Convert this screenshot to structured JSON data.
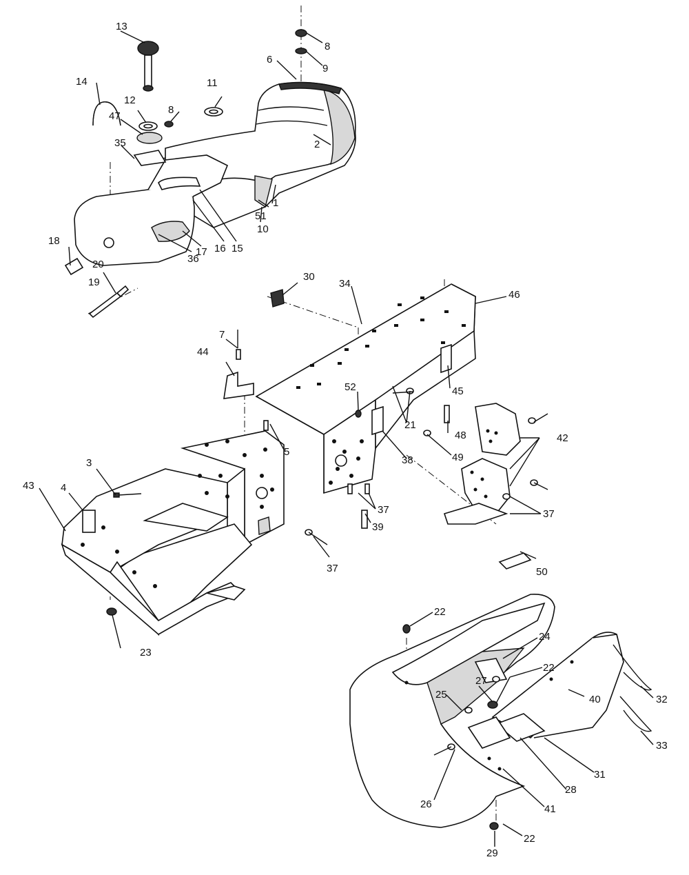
{
  "diagram": {
    "type": "exploded-parts-diagram",
    "callouts": [
      "1",
      "2",
      "3",
      "4",
      "5",
      "6",
      "7",
      "8",
      "8",
      "9",
      "10",
      "11",
      "12",
      "13",
      "14",
      "15",
      "16",
      "17",
      "18",
      "19",
      "20",
      "21",
      "22",
      "22",
      "22",
      "22",
      "23",
      "24",
      "25",
      "26",
      "27",
      "28",
      "29",
      "30",
      "31",
      "32",
      "33",
      "34",
      "35",
      "36",
      "37",
      "37",
      "37",
      "37",
      "38",
      "39",
      "40",
      "41",
      "42",
      "43",
      "44",
      "45",
      "46",
      "47",
      "48",
      "49",
      "50",
      "51",
      "52"
    ]
  }
}
